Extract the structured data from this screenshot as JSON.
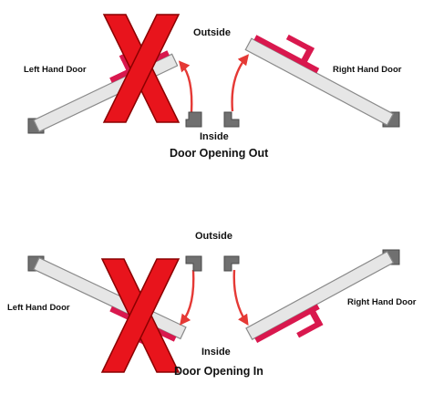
{
  "top_diagram": {
    "outside_label": "Outside",
    "inside_label": "Inside",
    "left_door_label": "Left Hand Door",
    "right_door_label": "Right Hand Door",
    "caption": "Door Opening Out",
    "crossed_out_side": "left"
  },
  "bottom_diagram": {
    "outside_label": "Outside",
    "inside_label": "Inside",
    "left_door_label": "Left Hand Door",
    "right_door_label": "Right Hand Door",
    "caption": "Door Opening In",
    "crossed_out_side": "left"
  },
  "colors": {
    "door_fill": "#e6e6e6",
    "door_stroke": "#8a8a8a",
    "frame_fill": "#707070",
    "frame_stroke": "#4a4a4a",
    "handle": "#d9184e",
    "arrow": "#e53935",
    "cross": "#e8141c",
    "cross_outline": "#8b0000"
  }
}
